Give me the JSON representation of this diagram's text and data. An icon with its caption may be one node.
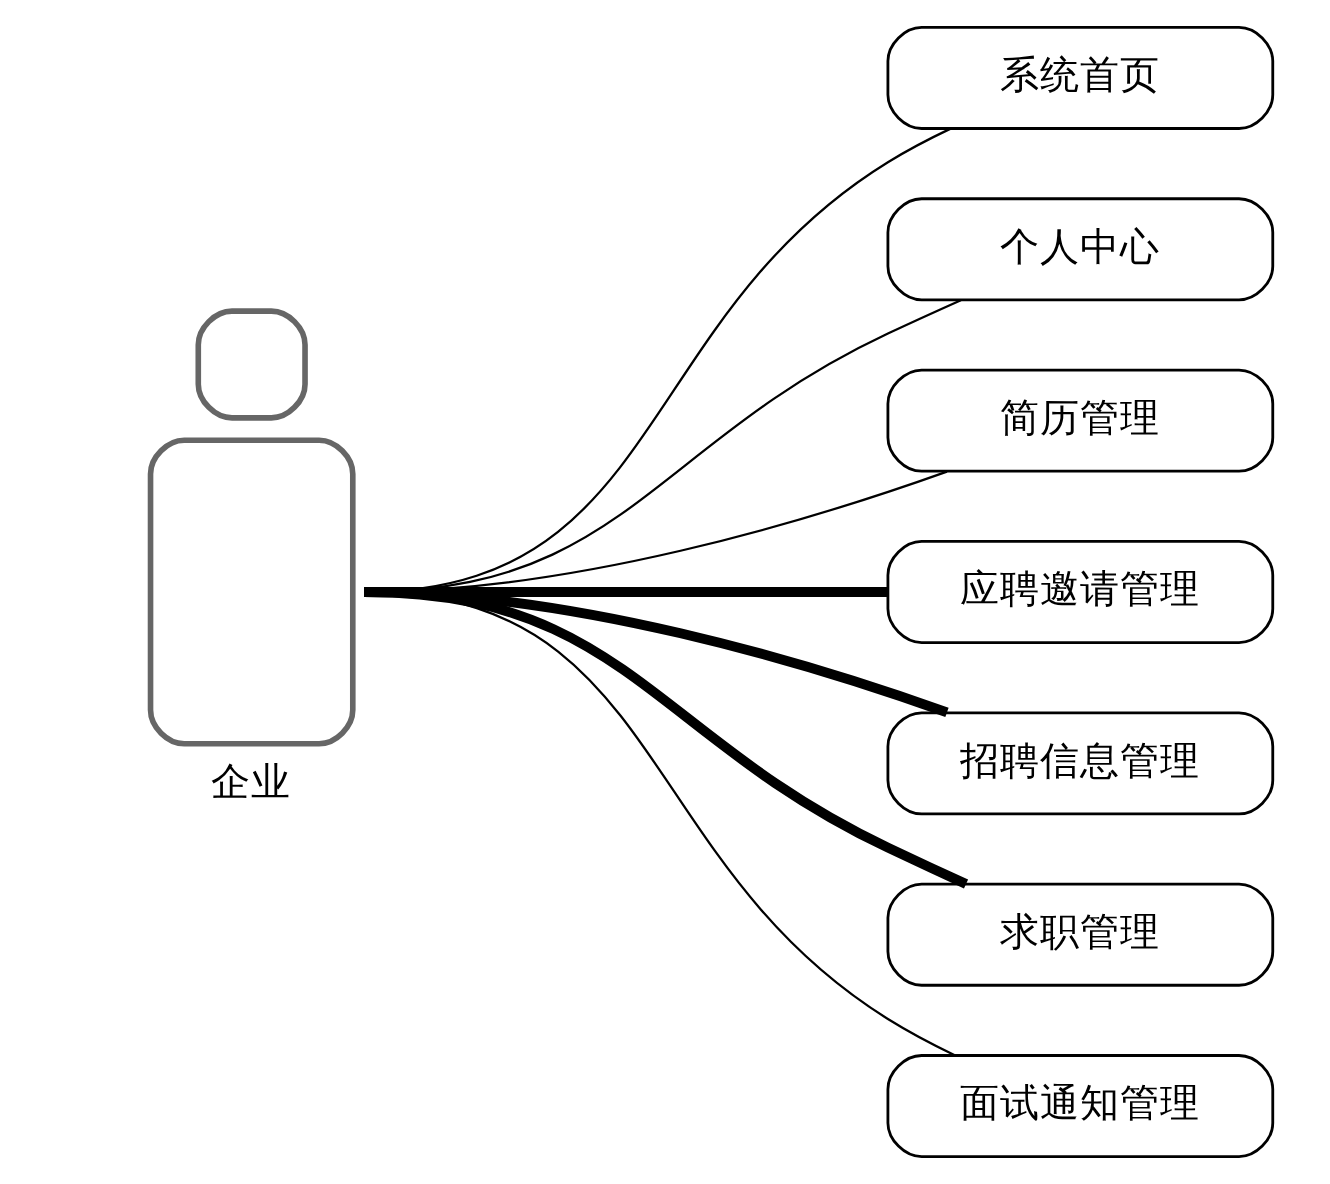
{
  "diagram": {
    "nodes": [
      {
        "text": [
          "企业"
        ]
      },
      {
        "text": [
          "系统首页"
        ]
      },
      {
        "text": [
          "个人中心"
        ]
      },
      {
        "text": [
          "简历管理"
        ]
      },
      {
        "text": [
          "应聘邀请管理"
        ]
      },
      {
        "text": [
          "招聘信息管理"
        ]
      },
      {
        "text": [
          "求职管理"
        ]
      },
      {
        "text": [
          "面试通知管理"
        ]
      }
    ],
    "edges": [
      {
        "from": 0,
        "to": 1,
        "arrow": "none"
      },
      {
        "from": 0,
        "to": 2,
        "arrow": "none"
      },
      {
        "from": 0,
        "to": 3,
        "arrow": "none"
      },
      {
        "from": 0,
        "to": 4,
        "arrow": "none",
        "style": "thick"
      },
      {
        "from": 0,
        "to": 5,
        "arrow": "none",
        "style": "thick"
      },
      {
        "from": 0,
        "to": 6,
        "arrow": "none",
        "style": "thick"
      },
      {
        "from": 0,
        "to": 7,
        "arrow": "none"
      }
    ]
  }
}
